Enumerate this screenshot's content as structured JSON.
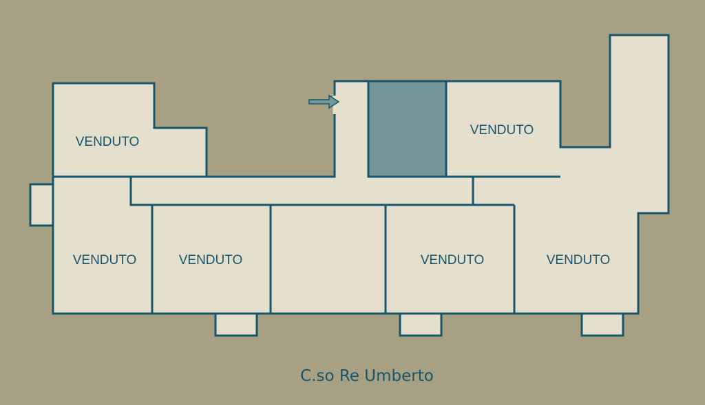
{
  "colors": {
    "background": "#a8a083",
    "room": "#e5dfcd",
    "wall": "#17566a",
    "highlight": "#76979a"
  },
  "rooms": [
    {
      "label": "VENDUTO"
    },
    {
      "label": "VENDUTO"
    },
    {
      "label": "VENDUTO"
    },
    {
      "label": "VENDUTO"
    },
    {
      "label": "VENDUTO"
    },
    {
      "label": "VENDUTO"
    }
  ],
  "street": "C.so Re Umberto",
  "icons": {
    "entrance": "arrow-right-icon"
  }
}
